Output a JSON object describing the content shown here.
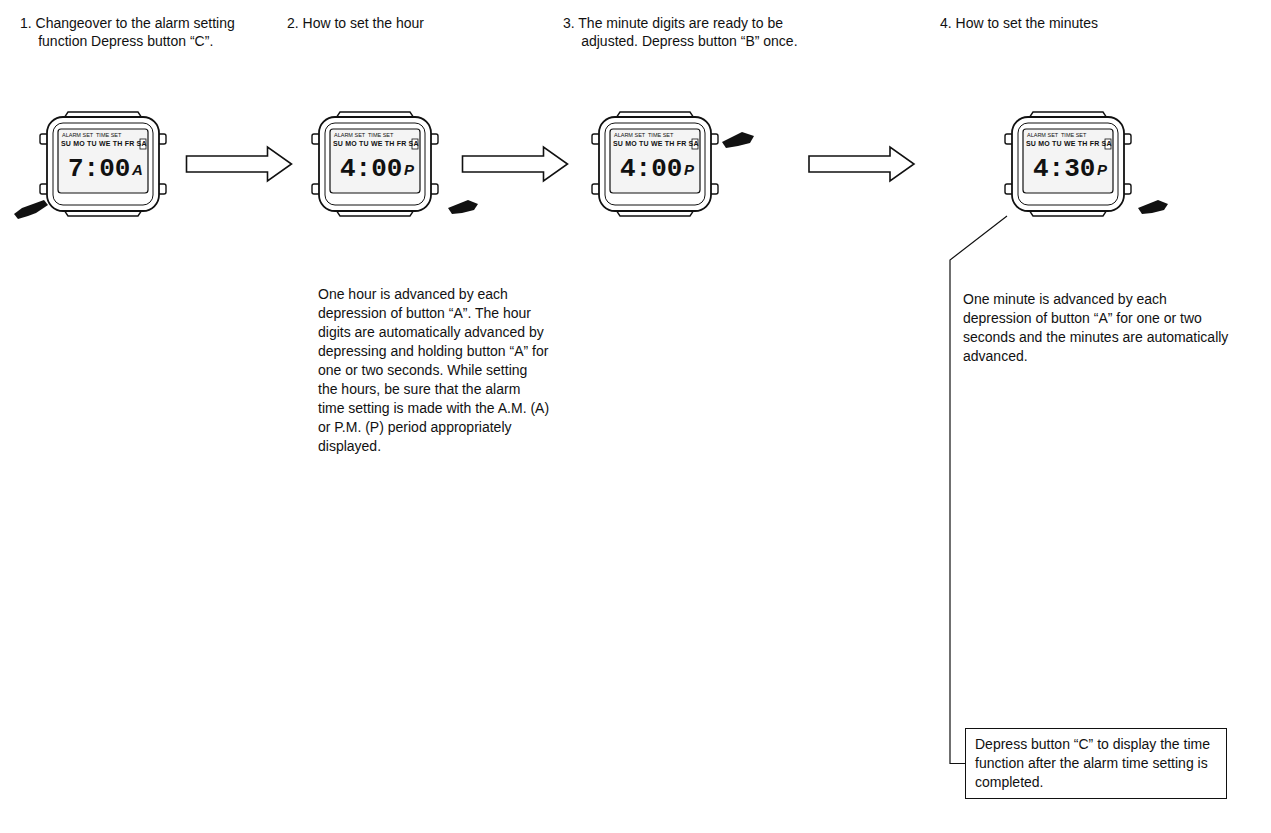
{
  "diagram": {
    "nodes": [
      {
        "text": [
          "ALARM SET",
          "TIME SET",
          "SU MO TU WE TH FR SA",
          "7:00",
          "A"
        ]
      },
      {
        "text": [
          "ALARM SET",
          "TIME SET",
          "SU MO TU WE TH FR SA",
          "4:00",
          "P"
        ]
      },
      {
        "text": [
          "ALARM SET",
          "TIME SET",
          "SU MO TU WE TH FR SA",
          "4:00",
          "P"
        ]
      },
      {
        "text": [
          "ALARM SET",
          "TIME SET",
          "SU MO TU WE TH FR SA",
          "4:30",
          "P"
        ]
      },
      {
        "text": [
          "Depress button “C” to display the time function after the alarm time setting is completed."
        ]
      }
    ],
    "edges": [
      {
        "from": 0,
        "to": 1,
        "arrow": "to"
      },
      {
        "from": 1,
        "to": 2,
        "arrow": "to"
      },
      {
        "from": 2,
        "to": 3,
        "arrow": "to"
      },
      {
        "from": 4,
        "to": 3,
        "arrow": "none"
      }
    ],
    "labels": [
      "1. Changeover to the alarm setting function Depress button “C”.",
      "2. How to set the hour",
      "3. The minute digits are ready to be adjusted. Depress button “B” once.",
      "4. How to set the minutes",
      "One hour is advanced by each depression of button “A”. The hour digits are automatically advanced by depressing and holding button “A” for one or two seconds. While setting the hours, be sure that the alarm time setting is made with the A.M. (A) or P.M. (P) period appropriately displayed.",
      "One minute is advanced by each depression of button “A” for one or two seconds and the minutes are automatically advanced."
    ]
  }
}
